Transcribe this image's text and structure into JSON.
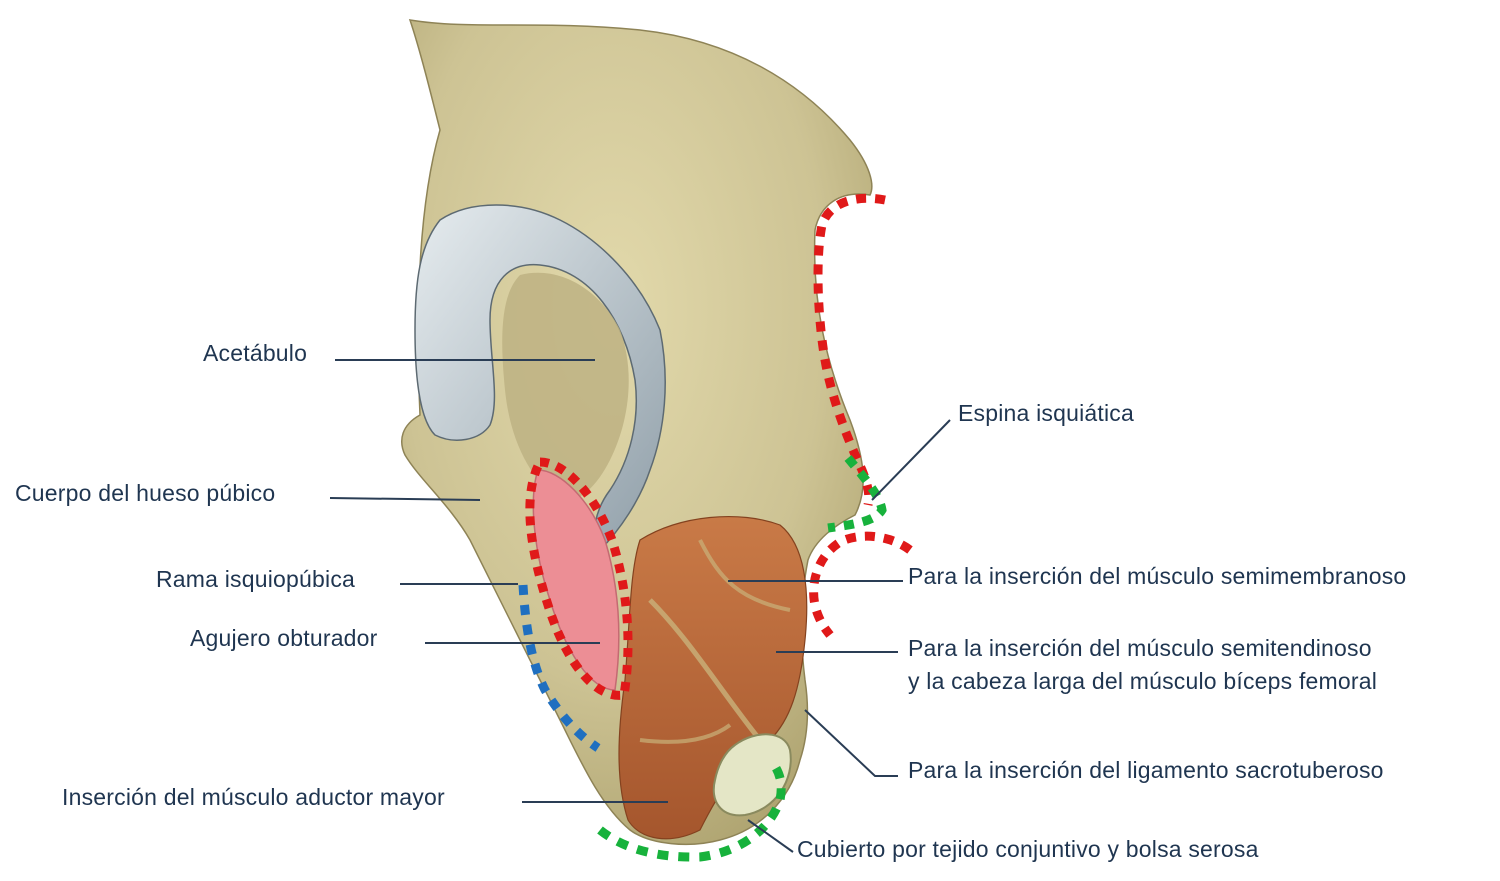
{
  "labels": {
    "acetabulo": "Acetábulo",
    "cuerpo_pubico": "Cuerpo del hueso púbico",
    "rama": "Rama isquiopúbica",
    "agujero": "Agujero obturador",
    "aductor": "Inserción del músculo aductor mayor",
    "espina": "Espina isquiática",
    "semimembranoso": "Para la inserción del músculo semimembranoso",
    "semitendinoso_1": "Para la inserción del músculo semitendinoso",
    "semitendinoso_2": "y la cabeza larga del músculo bíceps femoral",
    "sacrotuberoso": "Para la inserción del ligamento sacrotuberoso",
    "cubierto": "Cubierto por tejido conjuntivo y bolsa serosa"
  },
  "colors": {
    "bone": "#cdc394",
    "bone_shadow": "#a79c68",
    "cartilage": "#b7c2c8",
    "muscle": "#b8673a",
    "obturator": "#ec8e95",
    "red_dots": "#e01919",
    "green_dots": "#17b23c",
    "blue_dots": "#1f6fc0",
    "leader": "#2a3d55"
  }
}
